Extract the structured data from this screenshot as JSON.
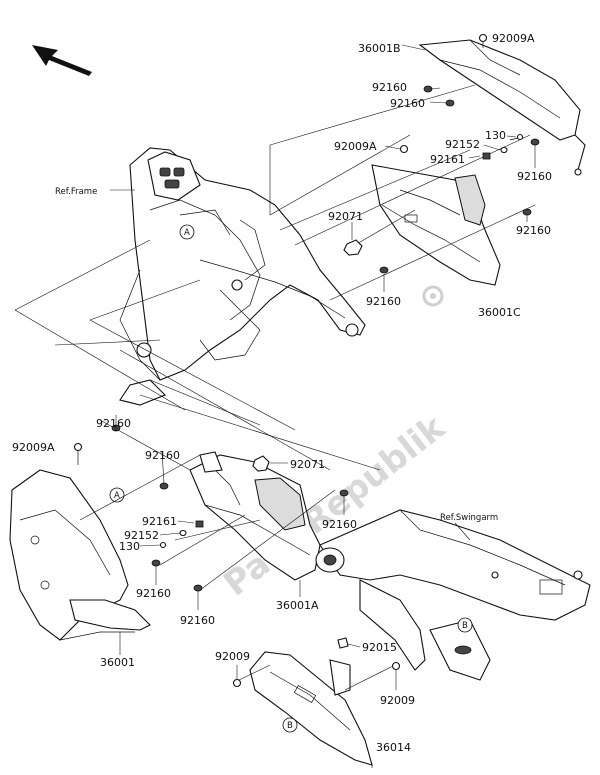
{
  "watermark": "PartsRepublik",
  "reference_labels": {
    "frame": "Ref.Frame",
    "swingarm": "Ref.Swingarm"
  },
  "callouts": {
    "a_top": "A",
    "a_left": "A",
    "b_right": "B",
    "b_bottom": "B"
  },
  "part_labels": {
    "p36001B": "36001B",
    "p92009A_top": "92009A",
    "p92160_a": "92160",
    "p92160_b": "92160",
    "p92009A_mid": "92009A",
    "p130_top": "130",
    "p92152_top": "92152",
    "p92161_top": "92161",
    "p92160_c": "92160",
    "p92071_top": "92071",
    "p92160_d": "92160",
    "p92160_e": "92160",
    "p36001C": "36001C",
    "p92160_f": "92160",
    "p92009A_left": "92009A",
    "p92160_g": "92160",
    "p92071_mid": "92071",
    "p92161_mid": "92161",
    "p92152_mid": "92152",
    "p130_mid": "130",
    "p92160_h": "92160",
    "p92160_i": "92160",
    "p92160_j": "92160",
    "p36001A": "36001A",
    "p36001": "36001",
    "p92015": "92015",
    "p92009_left": "92009",
    "p92009_right": "92009",
    "p36014": "36014"
  }
}
